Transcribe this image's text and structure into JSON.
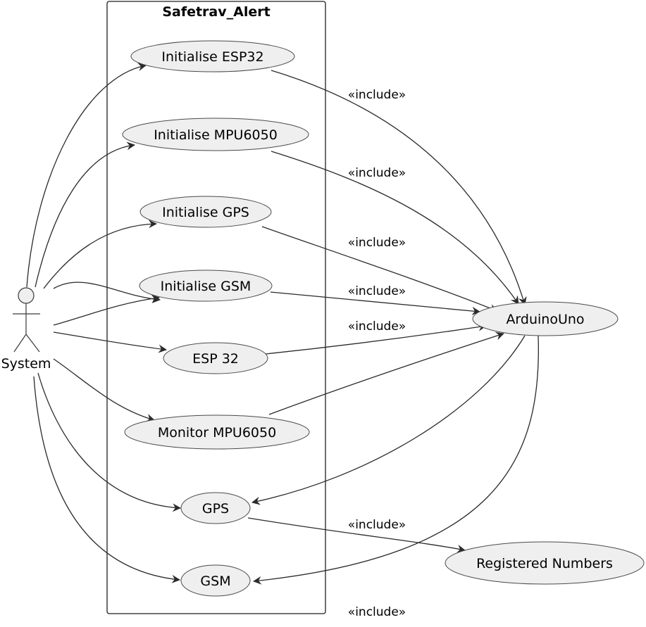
{
  "system_boundary": {
    "title": "Safetrav_Alert"
  },
  "actors": [
    {
      "id": "system",
      "label": "System"
    }
  ],
  "use_cases": [
    {
      "id": "uc_init_esp32",
      "label": "Initialise ESP32"
    },
    {
      "id": "uc_init_mpu",
      "label": "Initialise MPU6050"
    },
    {
      "id": "uc_init_gps",
      "label": "Initialise GPS"
    },
    {
      "id": "uc_init_gsm",
      "label": "Initialise GSM"
    },
    {
      "id": "uc_esp32",
      "label": "ESP 32"
    },
    {
      "id": "uc_monitor_mpu",
      "label": "Monitor MPU6050"
    },
    {
      "id": "uc_gps",
      "label": "GPS"
    },
    {
      "id": "uc_gsm",
      "label": "GSM"
    },
    {
      "id": "uc_arduino",
      "label": "ArduinoUno"
    },
    {
      "id": "uc_registered",
      "label": "Registered Numbers"
    }
  ],
  "relationships": [
    {
      "from": "system",
      "to": "uc_init_esp32",
      "label": ""
    },
    {
      "from": "system",
      "to": "uc_init_mpu",
      "label": ""
    },
    {
      "from": "system",
      "to": "uc_init_gps",
      "label": ""
    },
    {
      "from": "system",
      "to": "uc_init_gsm",
      "label": ""
    },
    {
      "from": "system",
      "to": "uc_esp32",
      "label": ""
    },
    {
      "from": "system",
      "to": "uc_monitor_mpu",
      "label": ""
    },
    {
      "from": "system",
      "to": "uc_gps",
      "label": ""
    },
    {
      "from": "system",
      "to": "uc_gsm",
      "label": ""
    },
    {
      "from": "uc_init_esp32",
      "to": "uc_arduino",
      "label": "«include»"
    },
    {
      "from": "uc_init_mpu",
      "to": "uc_arduino",
      "label": "«include»"
    },
    {
      "from": "uc_init_gps",
      "to": "uc_arduino",
      "label": "«include»"
    },
    {
      "from": "uc_init_gsm",
      "to": "uc_arduino",
      "label": "«include»"
    },
    {
      "from": "uc_esp32",
      "to": "uc_arduino",
      "label": "«include»"
    },
    {
      "from": "uc_monitor_mpu",
      "to": "uc_arduino",
      "label": ""
    },
    {
      "from": "uc_arduino",
      "to": "uc_gps",
      "label": ""
    },
    {
      "from": "uc_arduino",
      "to": "uc_gsm",
      "label": ""
    },
    {
      "from": "uc_gps",
      "to": "uc_registered",
      "label": "«include»"
    },
    {
      "from": "uc_gsm",
      "to": "uc_registered",
      "label": "«include»"
    }
  ]
}
